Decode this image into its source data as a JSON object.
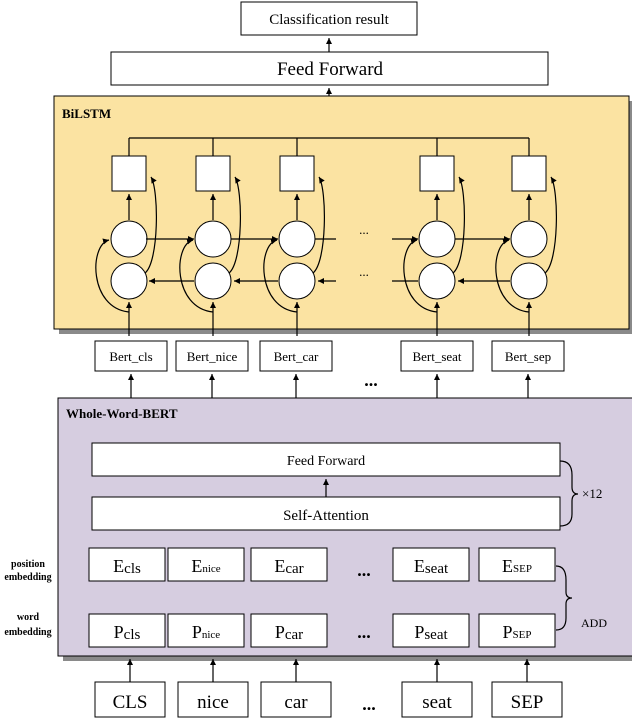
{
  "top": {
    "classification": "Classification result",
    "feed_forward": "Feed Forward"
  },
  "bilstm": {
    "title": "BiLSTM",
    "ellipsis": "..."
  },
  "bert_outputs": {
    "labels": [
      "Bert_cls",
      "Bert_nice",
      "Bert_car",
      "Bert_seat",
      "Bert_sep"
    ],
    "ellipsis": "..."
  },
  "wwbert": {
    "title": "Whole-Word-BERT",
    "feed_forward": "Feed Forward",
    "self_attention": "Self-Attention",
    "repeat": "×12",
    "position_label": [
      "position",
      "embedding"
    ],
    "word_label": [
      "word",
      "embedding"
    ],
    "add": "ADD",
    "ellipsis": "..."
  },
  "embeddings": {
    "position": [
      {
        "main": "E",
        "sub": "cls"
      },
      {
        "main": "E",
        "sub": "nice"
      },
      {
        "main": "E",
        "sub": "car"
      },
      {
        "main": "E",
        "sub": "seat"
      },
      {
        "main": "E",
        "sub": "SEP"
      }
    ],
    "word": [
      {
        "main": "P",
        "sub": "cls"
      },
      {
        "main": "P",
        "sub": "nice"
      },
      {
        "main": "P",
        "sub": "car"
      },
      {
        "main": "P",
        "sub": "seat"
      },
      {
        "main": "P",
        "sub": "SEP"
      }
    ]
  },
  "inputs": {
    "tokens": [
      "CLS",
      "nice",
      "car",
      "seat",
      "SEP"
    ],
    "ellipsis": "..."
  },
  "colors": {
    "bilstm_bg": "#fbe3a2",
    "wwbert_bg": "#d6cde0"
  }
}
